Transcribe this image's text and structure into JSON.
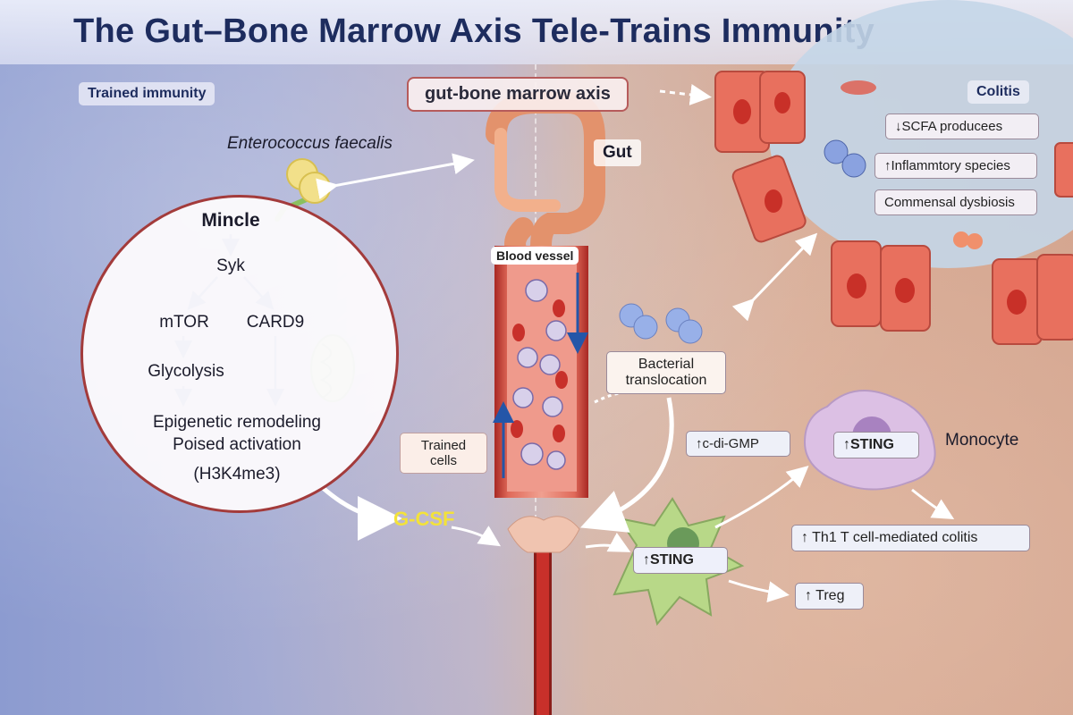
{
  "title": "The Gut–Bone Marrow Axis Tele-Trains Immunity",
  "trained_immunity_tag": "Trained immunity",
  "axis_label": "gut-bone marrow axis",
  "colitis_tag": "Colitis",
  "gut_label": "Gut",
  "bacterium_label": "Enterococcus faecalis",
  "pathway": {
    "mincle": "Mincle",
    "syk": "Syk",
    "mtor": "mTOR",
    "card9": "CARD9",
    "glycolysis": "Glycolysis",
    "epigenetic": "Epigenetic remodeling",
    "poised": "Poised activation",
    "h3k4me3": "(H3K4me3)"
  },
  "blood_vessel_label": "Blood vessel",
  "trained_cells_label": "Trained cells",
  "gcsf_label": "G-CSF",
  "colitis_effects": [
    "↓SCFA producees",
    "↑Inflammtory species",
    "Commensal dysbiosis"
  ],
  "bacterial_translocation": "Bacterial translocation",
  "cdigmp": "↑c-di-GMP",
  "sting_monocyte": "↑STING",
  "sting_dc": "↑STING",
  "monocyte_label": "Monocyte",
  "th1_label": "↑ Th1 T cell-mediated colitis",
  "treg_label": "↑ Treg",
  "colors": {
    "title": "#1d2c5e",
    "arrow_blue": "#2456a8",
    "gcsf": "#f3e23a",
    "vessel": "#b8332e"
  }
}
